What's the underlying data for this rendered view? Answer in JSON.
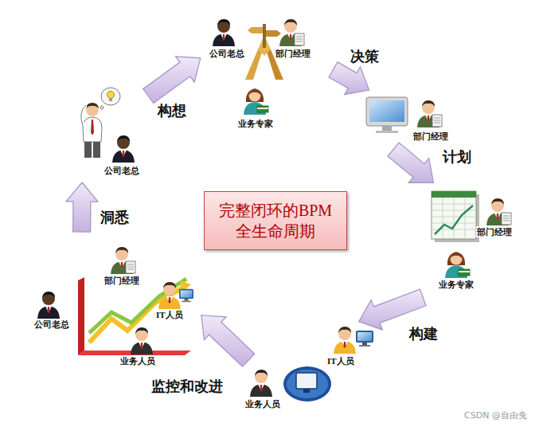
{
  "diagram": {
    "nodes": [
      {
        "text": [
          "公司老总",
          "部门经理",
          "业务专家"
        ]
      },
      {
        "text": [
          "部门经理"
        ]
      },
      {
        "text": [
          "部门经理",
          "业务专家"
        ]
      },
      {
        "text": [
          "IT人员"
        ]
      },
      {
        "text": [
          "业务人员"
        ]
      },
      {
        "text": [
          "部门经理",
          "公司老总",
          "IT人员",
          "业务人员"
        ]
      },
      {
        "text": [
          "公司老总"
        ]
      },
      {
        "text": [
          "完整闭环的BPM 全生命周期"
        ]
      }
    ],
    "edges": [
      {
        "from": 6,
        "to": 0,
        "arrow": "to",
        "label": "构想"
      },
      {
        "from": 0,
        "to": 1,
        "arrow": "to",
        "label": "决策"
      },
      {
        "from": 1,
        "to": 2,
        "arrow": "to",
        "label": "计划"
      },
      {
        "from": 2,
        "to": 3,
        "arrow": "to",
        "label": "构建"
      },
      {
        "from": 4,
        "to": 5,
        "arrow": "to",
        "label": "监控和改进"
      },
      {
        "from": 5,
        "to": 6,
        "arrow": "to",
        "label": "洞悉"
      }
    ],
    "labels": [
      "CSDN @自由兔"
    ]
  }
}
